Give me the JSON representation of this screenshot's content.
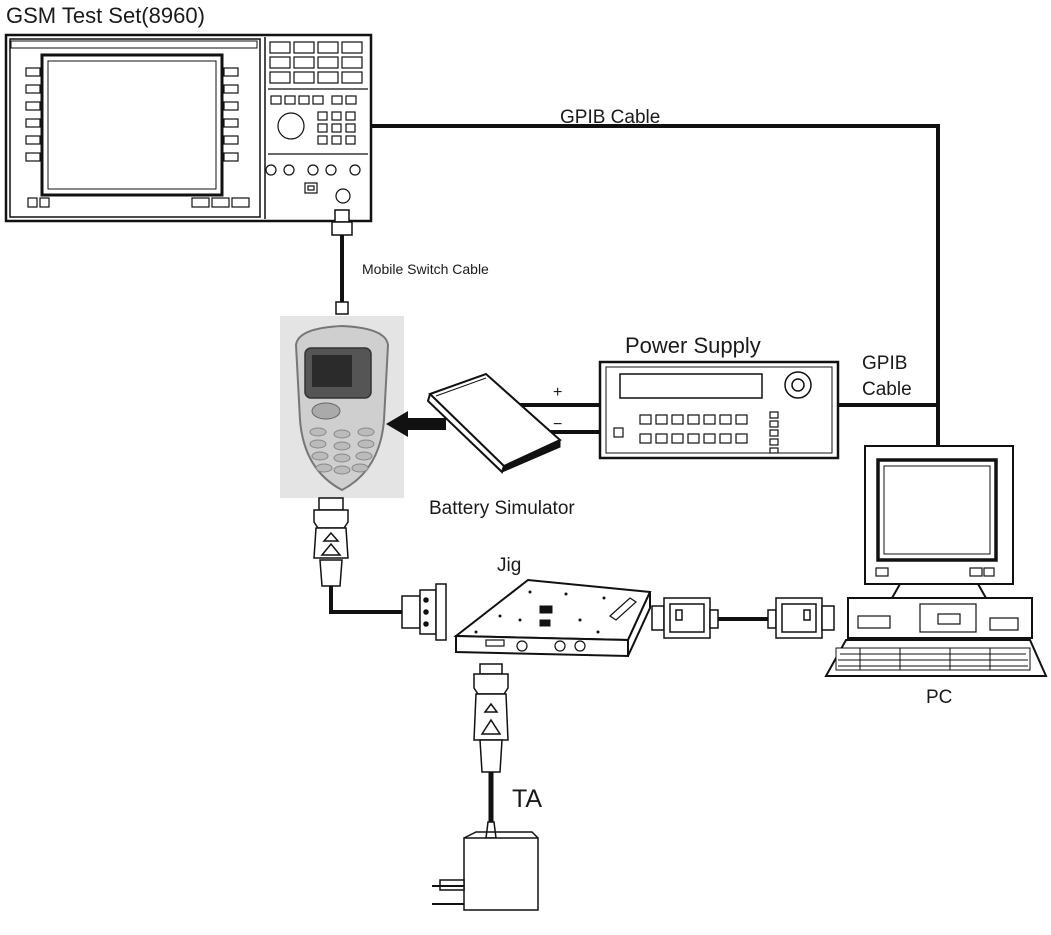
{
  "labels": {
    "test_set": "GSM Test Set(8960)",
    "gpib_cable_top": "GPIB Cable",
    "mobile_switch_cable": "Mobile Switch Cable",
    "power_supply": "Power Supply",
    "gpib_cable_right_line1": "GPIB",
    "gpib_cable_right_line2": "Cable",
    "plus": "+",
    "minus": "−",
    "battery_simulator": "Battery Simulator",
    "jig": "Jig",
    "pc": "PC",
    "ta": "TA"
  },
  "colors": {
    "line": "#111111",
    "phone_background": "#e4e4e4"
  }
}
